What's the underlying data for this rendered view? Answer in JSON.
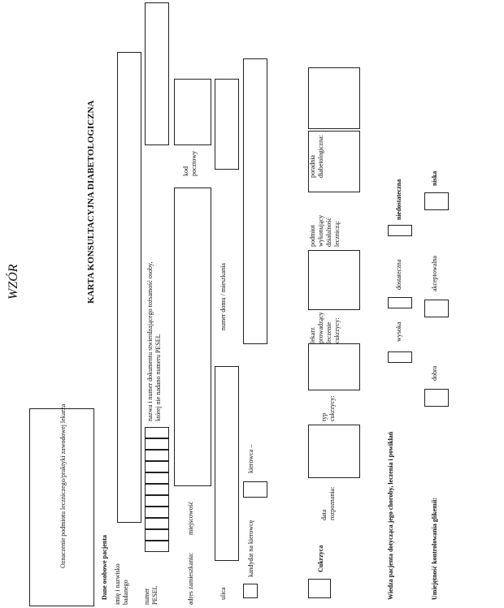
{
  "watermark": "WZÓR",
  "title": "KARTA KONSULTACYJNA DIABETOLOGICZNA",
  "stamp_box": {
    "label": "Oznaczenie podmiotu leczniczego/praktyki zawodowej lekarza"
  },
  "personal_data": {
    "heading": "Dane osobowe pacjenta",
    "name_label": "imię i nazwisko badanego",
    "pesel_label": "numer PESEL",
    "id_document_label": "nazwa i numer dokumentu stwierdzającego tożsamość osoby, której nie nadano numeru PESEL",
    "address_label": "adres zamieszkania:",
    "city_label": "miejscowość",
    "postal_code_label": "kod pocztowy",
    "street_label": "ulica",
    "house_number_label": "numer domu / mieszkania",
    "candidate_driver_label": "kandydat na kierowcę",
    "driver_label": "kierowca –"
  },
  "diabetes": {
    "heading": "Cukrzyca",
    "diagnosis_date_label": "data rozpoznania:",
    "type_label": "typ cukrzycy:",
    "treating_doctor_label": "lekarz prowadzący leczenie cukrzycy:",
    "facility_label": "podmiot wykonujący działalność leczniczą:",
    "clinic_label": "poradnia diabetologiczna:"
  },
  "knowledge": {
    "label": "Wiedza pacjenta dotycząca jego choroby, leczenia i powikłań",
    "options": [
      "wysoka",
      "dostateczna",
      "niedostateczna"
    ]
  },
  "glycemia": {
    "label": "Umiejętność kontrolowania glikemii:",
    "options": [
      "dobra",
      "akceptowalna",
      "niska"
    ]
  }
}
